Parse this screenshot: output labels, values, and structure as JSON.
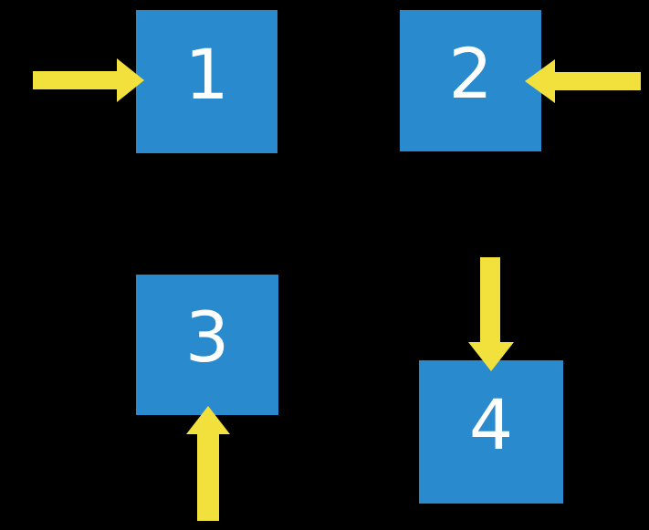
{
  "scene": {
    "background": "#000000",
    "description": "Four numbered blue squares on a black background, each indicated by a yellow block arrow"
  },
  "colors": {
    "square_fill": "#298ACD",
    "arrow_fill": "#F2E13C",
    "label_text": "#FFFFFF"
  },
  "squares": [
    {
      "label": "1",
      "arrow_from": "left"
    },
    {
      "label": "2",
      "arrow_from": "right"
    },
    {
      "label": "3",
      "arrow_from": "below"
    },
    {
      "label": "4",
      "arrow_from": "above"
    }
  ],
  "arrows": [
    {
      "direction": "right",
      "points_to": "1"
    },
    {
      "direction": "left",
      "points_to": "2"
    },
    {
      "direction": "up",
      "points_to": "3"
    },
    {
      "direction": "down",
      "points_to": "4"
    }
  ]
}
